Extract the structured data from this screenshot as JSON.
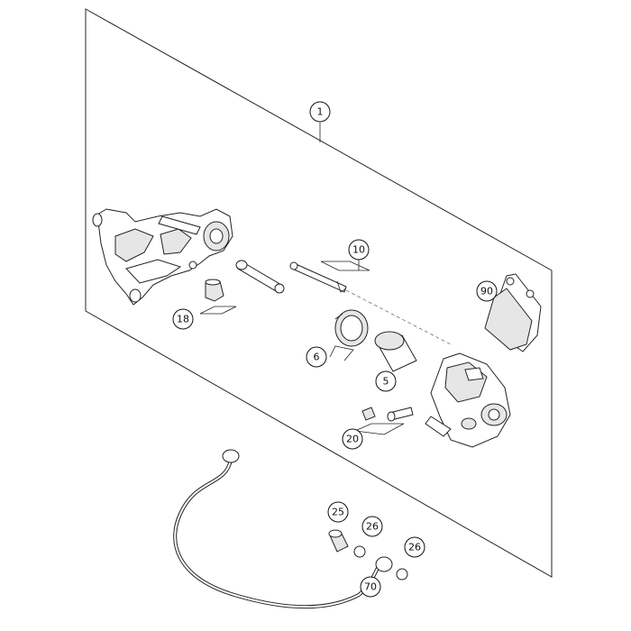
{
  "callouts": [
    {
      "id": "c1",
      "label": "1"
    },
    {
      "id": "c10",
      "label": "10"
    },
    {
      "id": "c90",
      "label": "90"
    },
    {
      "id": "c18",
      "label": "18"
    },
    {
      "id": "c6",
      "label": "6"
    },
    {
      "id": "c5",
      "label": "5"
    },
    {
      "id": "c20",
      "label": "20"
    },
    {
      "id": "c25",
      "label": "25"
    },
    {
      "id": "c26a",
      "label": "26"
    },
    {
      "id": "c26b",
      "label": "26"
    },
    {
      "id": "c70",
      "label": "70"
    }
  ]
}
